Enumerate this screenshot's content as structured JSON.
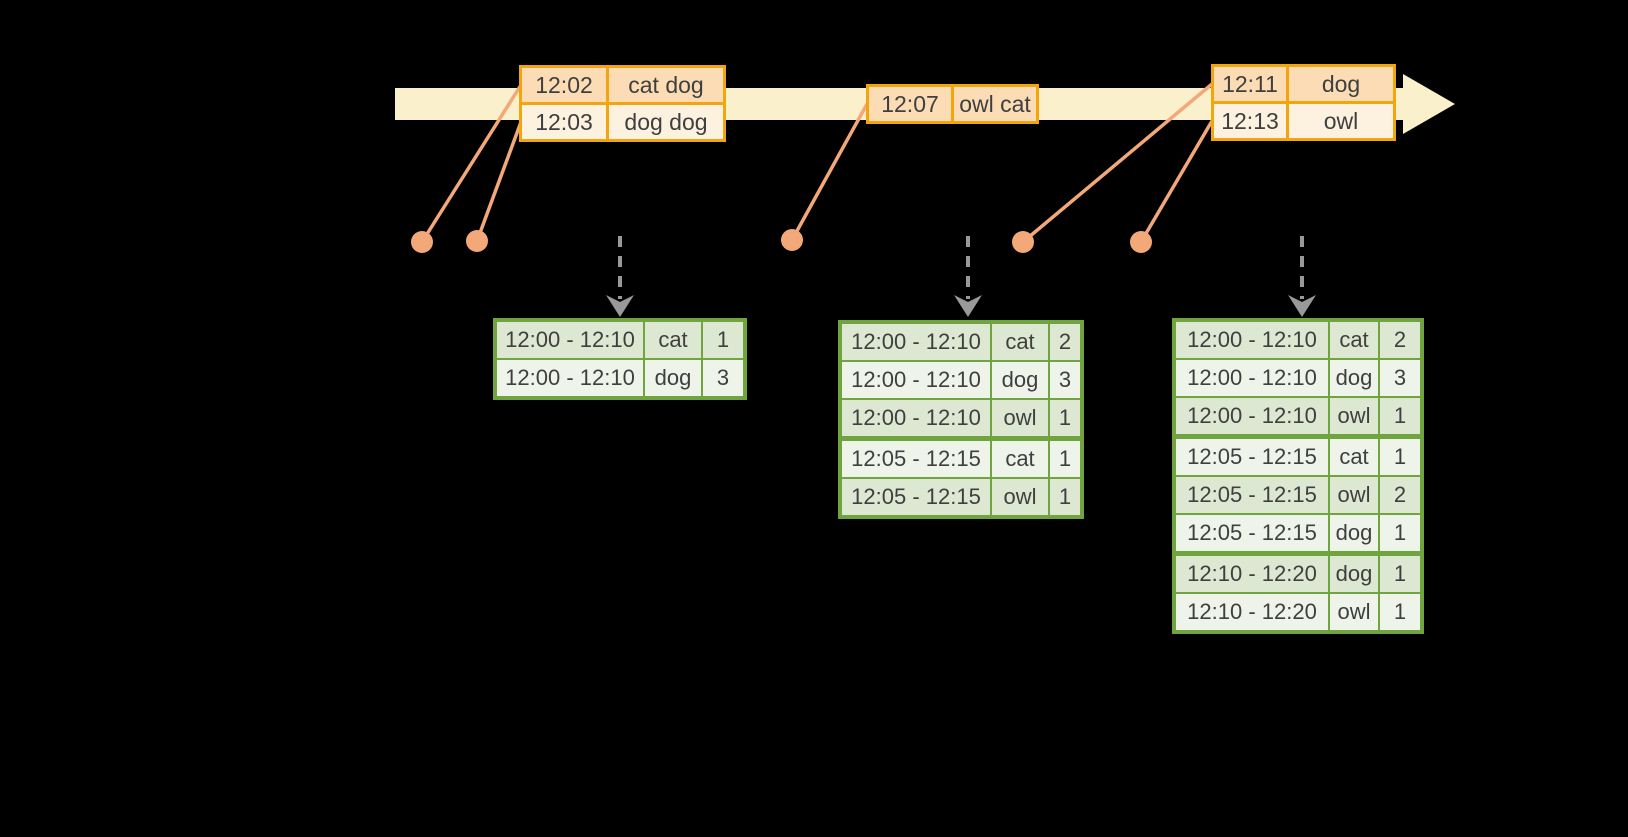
{
  "colors": {
    "background": "#000000",
    "gold_border": "#F2A50C",
    "peach_fill": "#FBDCB4",
    "cream_fill": "#FDF2DF",
    "timeline_band": "#FBF0CC",
    "event_orange": "#F2A878",
    "green_border": "#6FA43E",
    "green_row_dark": "#DCE8D2",
    "green_row_light": "#EFF4EB",
    "trigger_gray": "#999999",
    "text": "#3F3F3F"
  },
  "input_stream": {
    "tables": [
      {
        "id": "events-1",
        "rows": [
          {
            "time": "12:02",
            "words": "cat dog"
          },
          {
            "time": "12:03",
            "words": "dog dog"
          }
        ]
      },
      {
        "id": "events-2",
        "rows": [
          {
            "time": "12:07",
            "words": "owl cat"
          }
        ]
      },
      {
        "id": "events-3",
        "rows": [
          {
            "time": "12:11",
            "words": "dog"
          },
          {
            "time": "12:13",
            "words": "owl"
          }
        ]
      }
    ]
  },
  "result_tables": [
    {
      "id": "result-1",
      "rows": [
        {
          "window": "12:00 - 12:10",
          "word": "cat",
          "count": "1"
        },
        {
          "window": "12:00 - 12:10",
          "word": "dog",
          "count": "3"
        }
      ]
    },
    {
      "id": "result-2",
      "rows": [
        {
          "window": "12:00 - 12:10",
          "word": "cat",
          "count": "2"
        },
        {
          "window": "12:00 - 12:10",
          "word": "dog",
          "count": "3"
        },
        {
          "window": "12:00 - 12:10",
          "word": "owl",
          "count": "1"
        },
        {
          "window": "12:05 - 12:15",
          "word": "cat",
          "count": "1"
        },
        {
          "window": "12:05 - 12:15",
          "word": "owl",
          "count": "1"
        }
      ]
    },
    {
      "id": "result-3",
      "rows": [
        {
          "window": "12:00 - 12:10",
          "word": "cat",
          "count": "2"
        },
        {
          "window": "12:00 - 12:10",
          "word": "dog",
          "count": "3"
        },
        {
          "window": "12:00 - 12:10",
          "word": "owl",
          "count": "1"
        },
        {
          "window": "12:05 - 12:15",
          "word": "cat",
          "count": "1"
        },
        {
          "window": "12:05 - 12:15",
          "word": "owl",
          "count": "2"
        },
        {
          "window": "12:05 - 12:15",
          "word": "dog",
          "count": "1"
        },
        {
          "window": "12:10 - 12:20",
          "word": "dog",
          "count": "1"
        },
        {
          "window": "12:10 - 12:20",
          "word": "owl",
          "count": "1"
        }
      ]
    }
  ]
}
